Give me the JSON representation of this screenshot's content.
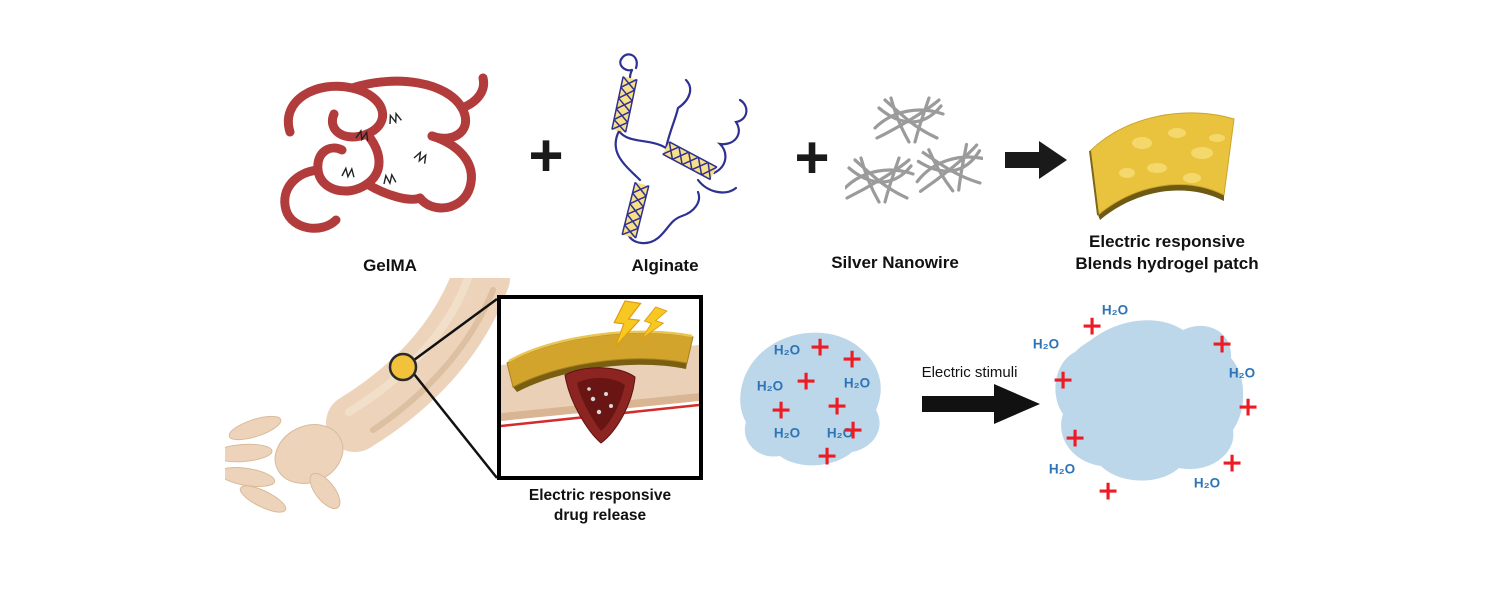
{
  "figure": {
    "top_row": {
      "plus_separator": "+",
      "components": [
        {
          "label": "GelMA"
        },
        {
          "label": "Alginate"
        },
        {
          "label": "Silver Nanowire"
        }
      ],
      "result": {
        "label_line1": "Electric responsive",
        "label_line2": "Blends hydrogel patch"
      }
    },
    "bottom_row": {
      "inset": {
        "label_line1": "Electric responsive",
        "label_line2": "drug release"
      },
      "stimuli_label": "Electric stimuli",
      "h2o_label": "H₂O",
      "plus_symbol": "+"
    },
    "colors": {
      "gelma_red": "#b23b3b",
      "alginate_blue": "#2e3192",
      "alginate_yellow": "#f8e089",
      "nanowire_gray": "#9b9b9b",
      "patch_yellow": "#eac33e",
      "blob_blue": "#bdd7ea",
      "plus_red": "#ed1c24",
      "h2o_blue": "#2e74b5",
      "skin": "#ecd3ba",
      "arrow_black": "#1a1a1a"
    }
  }
}
